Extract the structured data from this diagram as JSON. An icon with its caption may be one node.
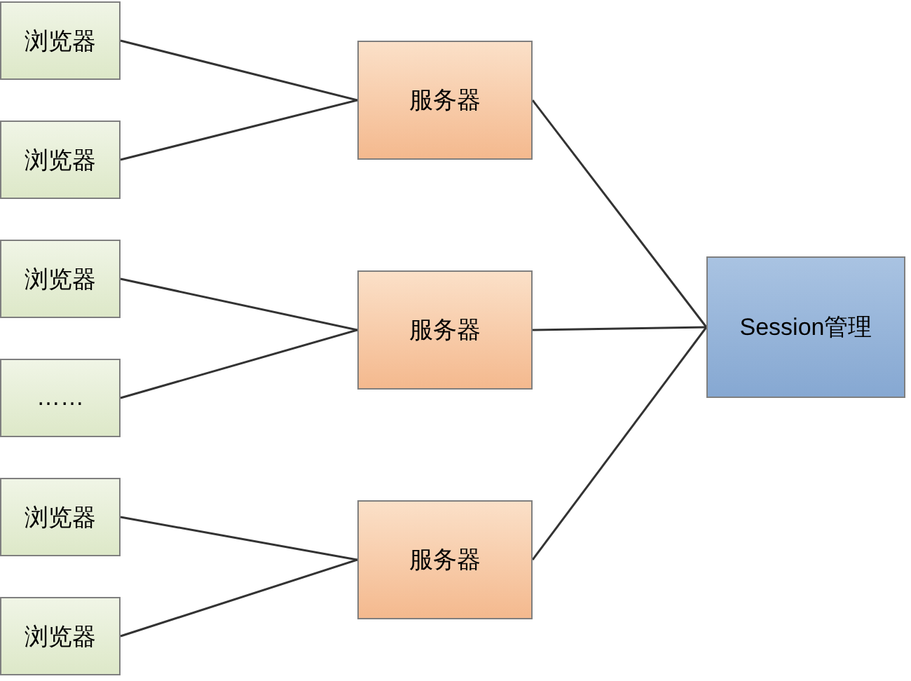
{
  "diagram": {
    "nodes": [
      {
        "text": [
          "浏览器"
        ]
      },
      {
        "text": [
          "浏览器"
        ]
      },
      {
        "text": [
          "浏览器"
        ]
      },
      {
        "text": [
          "……"
        ]
      },
      {
        "text": [
          "浏览器"
        ]
      },
      {
        "text": [
          "浏览器"
        ]
      },
      {
        "text": [
          "服务器"
        ]
      },
      {
        "text": [
          "服务器"
        ]
      },
      {
        "text": [
          "服务器"
        ]
      },
      {
        "text": [
          "Session管理"
        ]
      }
    ],
    "edges": [
      {
        "from": 0,
        "to": 6,
        "arrow": "none"
      },
      {
        "from": 1,
        "to": 6,
        "arrow": "none"
      },
      {
        "from": 2,
        "to": 7,
        "arrow": "none"
      },
      {
        "from": 3,
        "to": 7,
        "arrow": "none"
      },
      {
        "from": 4,
        "to": 8,
        "arrow": "none"
      },
      {
        "from": 5,
        "to": 8,
        "arrow": "none"
      },
      {
        "from": 6,
        "to": 9,
        "arrow": "none"
      },
      {
        "from": 7,
        "to": 9,
        "arrow": "none"
      },
      {
        "from": 8,
        "to": 9,
        "arrow": "none"
      }
    ]
  }
}
